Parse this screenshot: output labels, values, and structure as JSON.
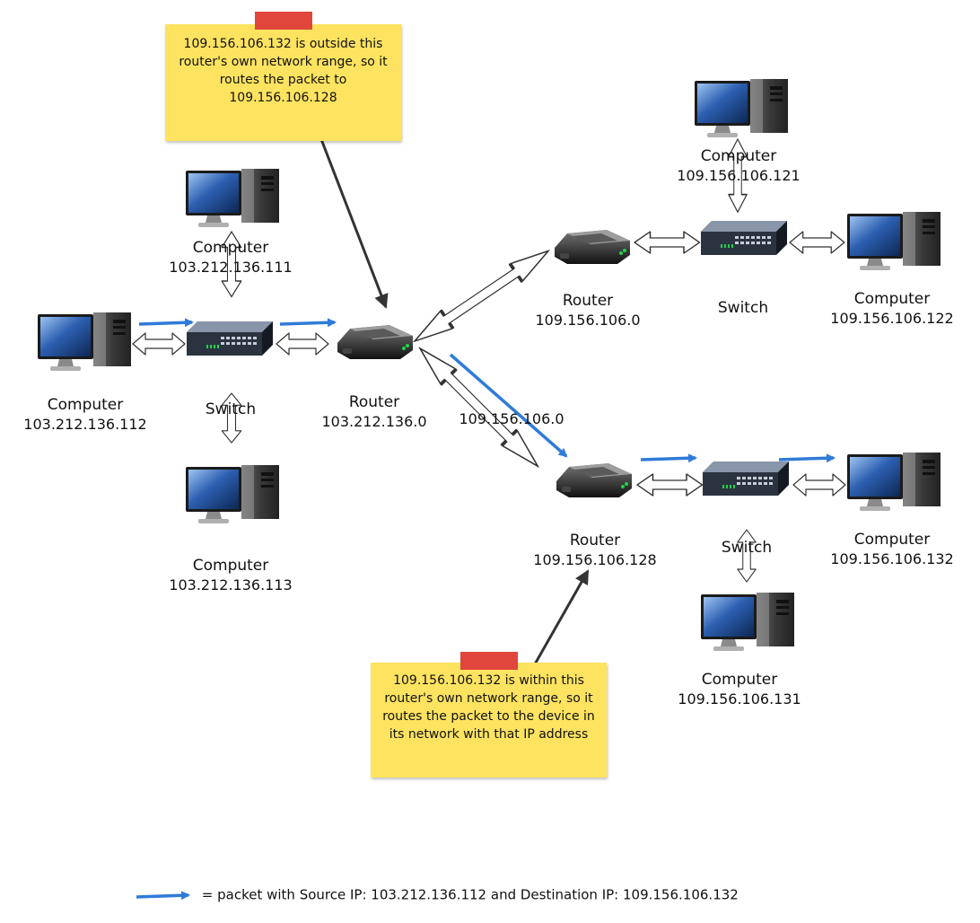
{
  "computers": [
    {
      "id": "c111",
      "label": "Computer",
      "ip": "103.212.136.111"
    },
    {
      "id": "c112",
      "label": "Computer",
      "ip": "103.212.136.112"
    },
    {
      "id": "c113",
      "label": "Computer",
      "ip": "103.212.136.113"
    },
    {
      "id": "c121",
      "label": "Computer",
      "ip": "109.156.106.121"
    },
    {
      "id": "c122",
      "label": "Computer",
      "ip": "109.156.106.122"
    },
    {
      "id": "c131",
      "label": "Computer",
      "ip": "109.156.106.131"
    },
    {
      "id": "c132",
      "label": "Computer",
      "ip": "109.156.106.132"
    }
  ],
  "routers": [
    {
      "id": "r1",
      "label": "Router",
      "ip": "103.212.136.0"
    },
    {
      "id": "r2",
      "label": "Router",
      "ip": "109.156.106.0"
    },
    {
      "id": "r3",
      "label": "Router",
      "ip": "109.156.106.128"
    }
  ],
  "switches": [
    {
      "id": "s1",
      "label": "Switch"
    },
    {
      "id": "s2",
      "label": "Switch"
    },
    {
      "id": "s3",
      "label": "Switch"
    }
  ],
  "link_label": "109.156.106.0",
  "notes": {
    "top": "109.156.106.132 is outside this router's own network range, so it routes the packet to 109.156.106.128",
    "bottom": "109.156.106.132 is within this router's own network range, so it routes the packet to the device in its network with that IP address"
  },
  "legend": {
    "text": "= packet with Source IP: 103.212.136.112 and Destination IP: 109.156.106.132",
    "packet_color": "#2f7bd8"
  },
  "colors": {
    "note_bg": "#fde35f",
    "tape": "#e0463c",
    "packet": "#2f7bd8"
  }
}
